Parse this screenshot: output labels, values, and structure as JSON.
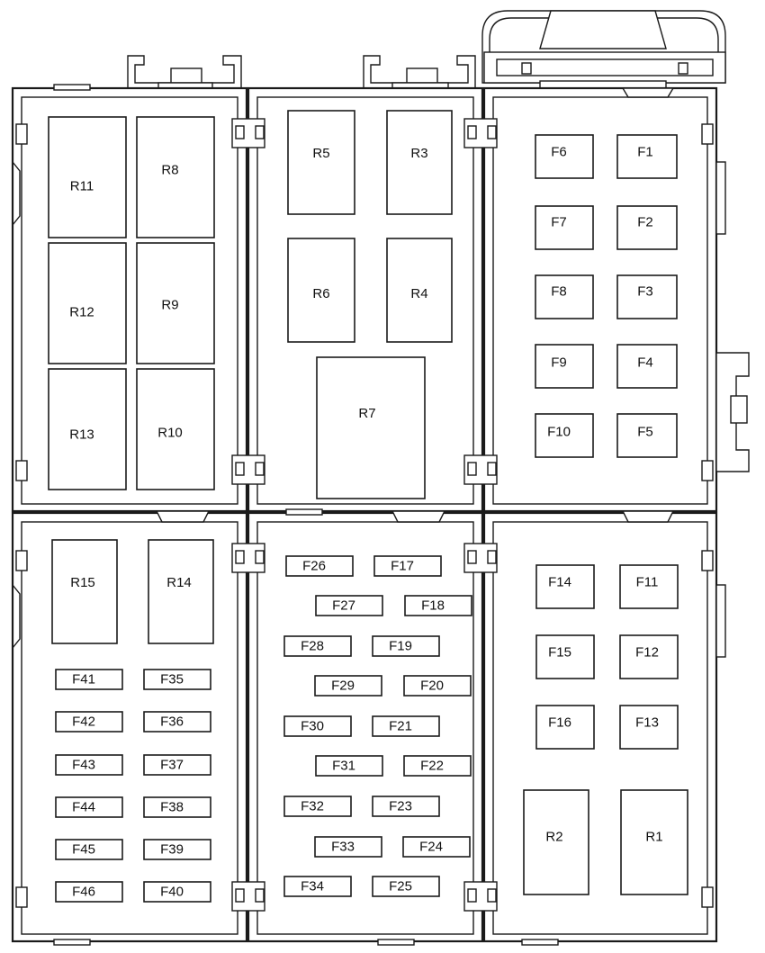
{
  "diagram": {
    "components": [
      {
        "id": "R11",
        "label": "R11"
      },
      {
        "id": "R8",
        "label": "R8"
      },
      {
        "id": "R12",
        "label": "R12"
      },
      {
        "id": "R9",
        "label": "R9"
      },
      {
        "id": "R13",
        "label": "R13"
      },
      {
        "id": "R10",
        "label": "R10"
      },
      {
        "id": "R5",
        "label": "R5"
      },
      {
        "id": "R3",
        "label": "R3"
      },
      {
        "id": "R6",
        "label": "R6"
      },
      {
        "id": "R4",
        "label": "R4"
      },
      {
        "id": "R7",
        "label": "R7"
      },
      {
        "id": "F6",
        "label": "F6"
      },
      {
        "id": "F1",
        "label": "F1"
      },
      {
        "id": "F7",
        "label": "F7"
      },
      {
        "id": "F2",
        "label": "F2"
      },
      {
        "id": "F8",
        "label": "F8"
      },
      {
        "id": "F3",
        "label": "F3"
      },
      {
        "id": "F9",
        "label": "F9"
      },
      {
        "id": "F4",
        "label": "F4"
      },
      {
        "id": "F10",
        "label": "F10"
      },
      {
        "id": "F5",
        "label": "F5"
      },
      {
        "id": "R15",
        "label": "R15"
      },
      {
        "id": "R14",
        "label": "R14"
      },
      {
        "id": "F41",
        "label": "F41"
      },
      {
        "id": "F35",
        "label": "F35"
      },
      {
        "id": "F42",
        "label": "F42"
      },
      {
        "id": "F36",
        "label": "F36"
      },
      {
        "id": "F43",
        "label": "F43"
      },
      {
        "id": "F37",
        "label": "F37"
      },
      {
        "id": "F44",
        "label": "F44"
      },
      {
        "id": "F38",
        "label": "F38"
      },
      {
        "id": "F45",
        "label": "F45"
      },
      {
        "id": "F39",
        "label": "F39"
      },
      {
        "id": "F46",
        "label": "F46"
      },
      {
        "id": "F40",
        "label": "F40"
      },
      {
        "id": "F26",
        "label": "F26"
      },
      {
        "id": "F17",
        "label": "F17"
      },
      {
        "id": "F27",
        "label": "F27"
      },
      {
        "id": "F18",
        "label": "F18"
      },
      {
        "id": "F28",
        "label": "F28"
      },
      {
        "id": "F19",
        "label": "F19"
      },
      {
        "id": "F29",
        "label": "F29"
      },
      {
        "id": "F20",
        "label": "F20"
      },
      {
        "id": "F30",
        "label": "F30"
      },
      {
        "id": "F21",
        "label": "F21"
      },
      {
        "id": "F31",
        "label": "F31"
      },
      {
        "id": "F22",
        "label": "F22"
      },
      {
        "id": "F32",
        "label": "F32"
      },
      {
        "id": "F23",
        "label": "F23"
      },
      {
        "id": "F33",
        "label": "F33"
      },
      {
        "id": "F24",
        "label": "F24"
      },
      {
        "id": "F34",
        "label": "F34"
      },
      {
        "id": "F25",
        "label": "F25"
      },
      {
        "id": "F14",
        "label": "F14"
      },
      {
        "id": "F11",
        "label": "F11"
      },
      {
        "id": "F15",
        "label": "F15"
      },
      {
        "id": "F12",
        "label": "F12"
      },
      {
        "id": "F16",
        "label": "F16"
      },
      {
        "id": "F13",
        "label": "F13"
      },
      {
        "id": "R2",
        "label": "R2"
      },
      {
        "id": "R1",
        "label": "R1"
      }
    ]
  }
}
